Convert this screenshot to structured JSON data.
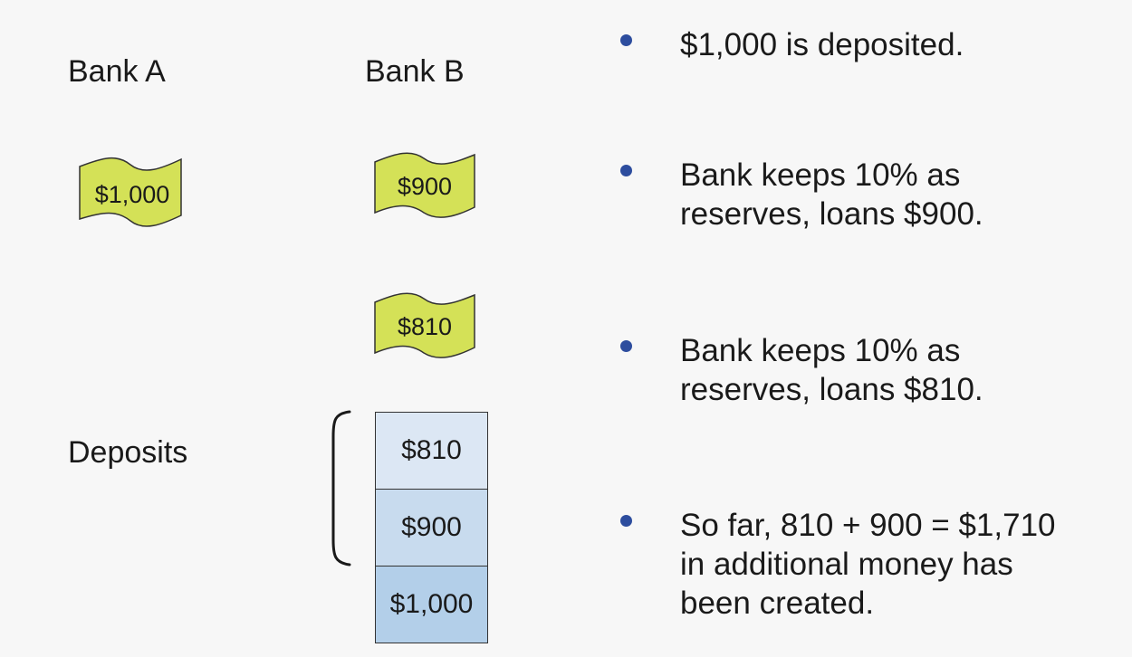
{
  "labels": {
    "bank_a": "Bank A",
    "bank_b": "Bank B",
    "deposits": "Deposits"
  },
  "bills": {
    "bank_a_deposit": "$1,000",
    "bank_b_first": "$900",
    "bank_b_second": "$810"
  },
  "deposit_stack": [
    "$810",
    "$900",
    "$1,000"
  ],
  "bullets": [
    [
      "$1,000 is deposited."
    ],
    [
      "Bank keeps 10% as",
      "reserves, loans $900."
    ],
    [
      "Bank keeps 10% as",
      "reserves, loans $810."
    ],
    [
      "So far, 810 + 900 = $1,710",
      "in additional money has",
      "been created."
    ]
  ],
  "colors": {
    "bill_fill": "#d4e157",
    "bullet": "#2d4d9e",
    "stack_cells": [
      "#dce7f4",
      "#c8dbee",
      "#b3cfe9"
    ]
  },
  "icons": {
    "bill": "dollar-bill-icon",
    "bracket": "left-bracket"
  }
}
